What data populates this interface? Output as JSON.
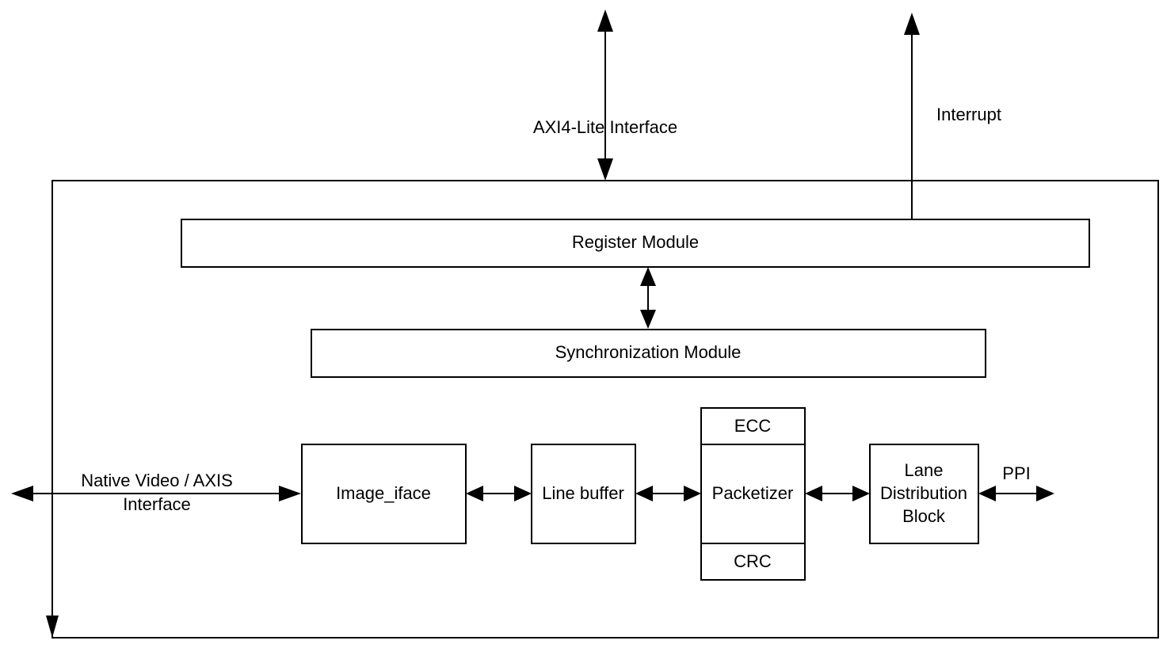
{
  "external": {
    "axi4_lite_label": "AXI4-Lite Interface",
    "interrupt_label": "Interrupt",
    "native_video_label_line1": "Native Video / AXIS",
    "native_video_label_line2": "Interface",
    "ppi_label": "PPI"
  },
  "modules": {
    "register": "Register Module",
    "synchronization": "Synchronization Module",
    "image_iface": "Image_iface",
    "line_buffer": "Line buffer",
    "ecc": "ECC",
    "packetizer": "Packetizer",
    "crc": "CRC",
    "lane_distribution_line1": "Lane",
    "lane_distribution_line2": "Distribution",
    "lane_distribution_line3": "Block"
  }
}
